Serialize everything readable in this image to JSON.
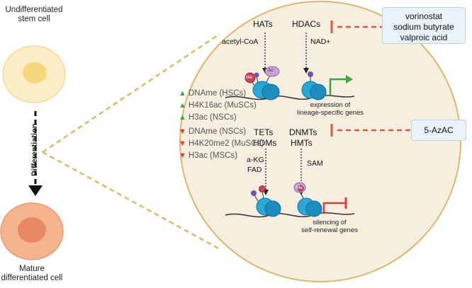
{
  "cells": {
    "top_label": [
      "Undifferentiated",
      "stem cell"
    ],
    "bottom_label": [
      "Mature",
      "differentiated cell"
    ],
    "process_label": "Differentiation"
  },
  "enzymes": {
    "hats": "HATs",
    "hdacs": "HDACs",
    "tets": "TETs",
    "hdms": "HDMs",
    "dnmts": "DNMTs",
    "hmts": "HMTs"
  },
  "cofactors": {
    "acetyl_coa": "acetyl-CoA",
    "nad": "NAD+",
    "akg": "a-KG",
    "fad": "FAD",
    "sam": "SAM"
  },
  "marks": [
    {
      "direction": "up",
      "text": "DNAme (HSCs)"
    },
    {
      "direction": "up",
      "text": "H4K16ac (MuSCs)"
    },
    {
      "direction": "up",
      "text": "H3ac (NSCs)"
    },
    {
      "direction": "down",
      "text": "DNAme (NSCs)"
    },
    {
      "direction": "down",
      "text": "H4K20me2 (MuSCs)"
    },
    {
      "direction": "down",
      "text": "H3ac (MSCs)"
    }
  ],
  "outcomes": {
    "expression": [
      "expression of",
      "lineage-specific genes"
    ],
    "silencing": [
      "silencing of",
      "self-renewal genes"
    ]
  },
  "drugs": {
    "hdac_inhibitors": [
      "vorinostat",
      "sodium butyrate",
      "valproic acid"
    ],
    "dnmt_inhibitor": "5-AzAC"
  },
  "nucleosome_tags": {
    "ac": "Ac",
    "me": "Me"
  },
  "colors": {
    "up": "#43a047",
    "down": "#e53935",
    "inhibit": "#e05a4a",
    "circle_fill": "#f6efdf",
    "circle_stroke": "#d9b86f",
    "histone": "#29a8d8",
    "drug_box": "#e9f3fc"
  }
}
